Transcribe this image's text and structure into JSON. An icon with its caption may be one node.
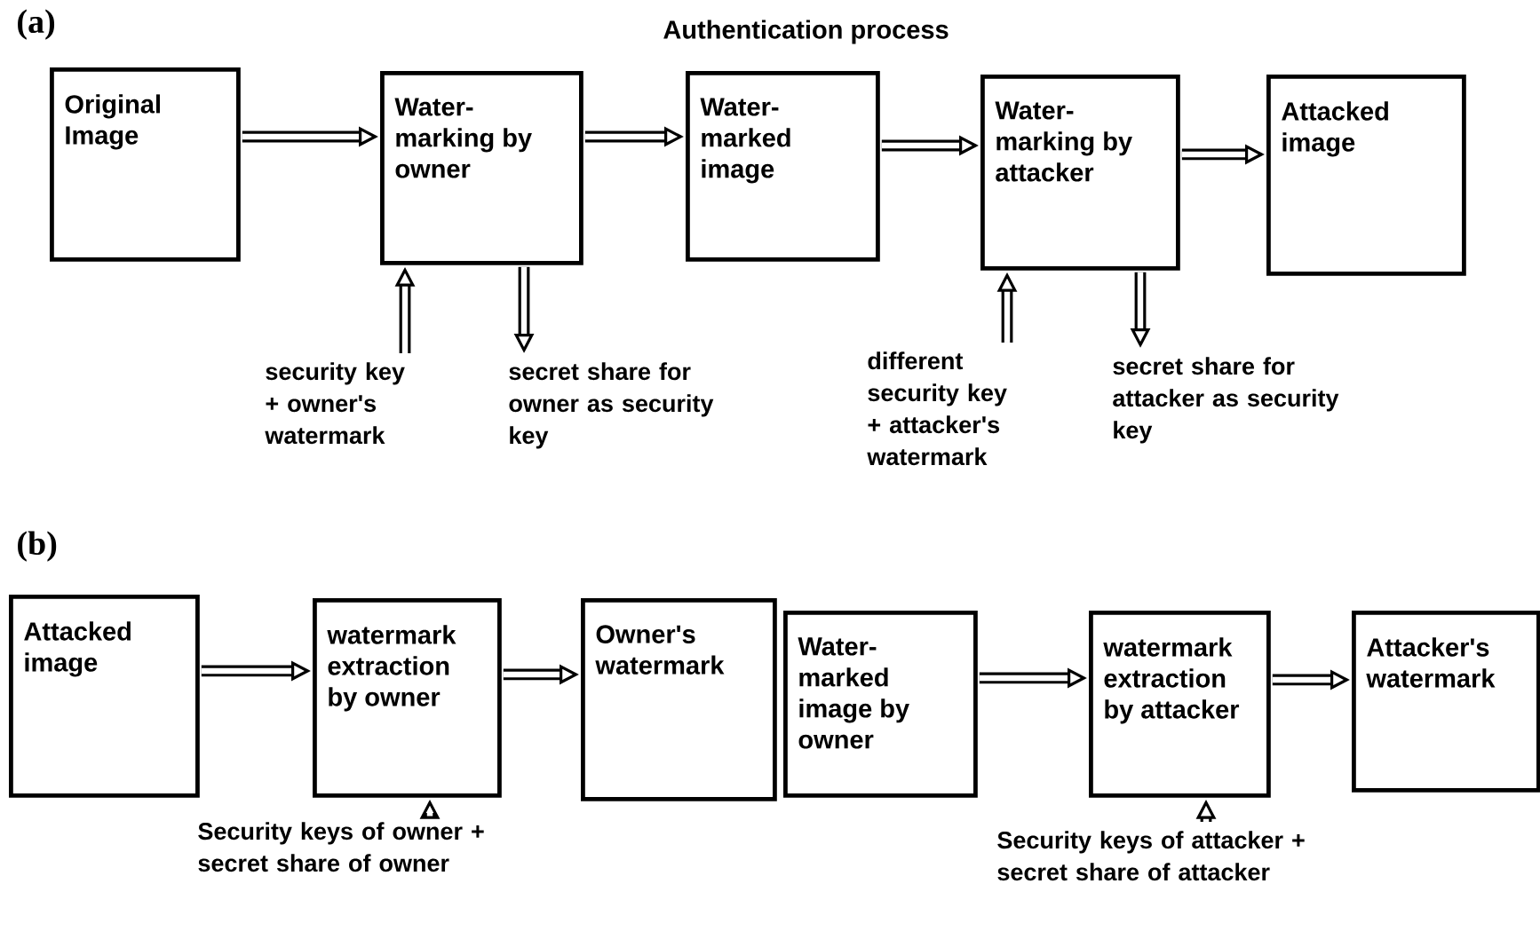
{
  "diagram": {
    "nodes": [
      {
        "text": [
          "Original Image"
        ]
      },
      {
        "text": [
          "Water-marking by owner"
        ]
      },
      {
        "text": [
          "Water-marked image"
        ]
      },
      {
        "text": [
          "Water-marking by attacker"
        ]
      },
      {
        "text": [
          "Attacked image"
        ]
      },
      {
        "text": [
          "security key + owner's watermark"
        ]
      },
      {
        "text": [
          "secret share for owner as security key"
        ]
      },
      {
        "text": [
          "different security key + attacker's watermark"
        ]
      },
      {
        "text": [
          "secret share for attacker as security key"
        ]
      },
      {
        "text": [
          "Attacked image"
        ]
      },
      {
        "text": [
          "watermark extraction by owner"
        ]
      },
      {
        "text": [
          "Owner's watermark"
        ]
      },
      {
        "text": [
          "Water-marked image by owner"
        ]
      },
      {
        "text": [
          "watermark extraction by attacker"
        ]
      },
      {
        "text": [
          "Attacker's watermark"
        ]
      },
      {
        "text": [
          "Security keys of owner + secret share of owner"
        ]
      },
      {
        "text": [
          "Security keys of attacker + secret share of attacker"
        ]
      }
    ],
    "edges": [
      {
        "from": 0,
        "to": 1,
        "arrow": "to"
      },
      {
        "from": 1,
        "to": 2,
        "arrow": "to"
      },
      {
        "from": 2,
        "to": 3,
        "arrow": "to"
      },
      {
        "from": 3,
        "to": 4,
        "arrow": "to"
      },
      {
        "from": 5,
        "to": 1,
        "arrow": "to"
      },
      {
        "from": 1,
        "to": 6,
        "arrow": "to"
      },
      {
        "from": 7,
        "to": 3,
        "arrow": "to"
      },
      {
        "from": 3,
        "to": 8,
        "arrow": "to"
      },
      {
        "from": 9,
        "to": 10,
        "arrow": "to"
      },
      {
        "from": 10,
        "to": 11,
        "arrow": "to"
      },
      {
        "from": 12,
        "to": 13,
        "arrow": "to"
      },
      {
        "from": 13,
        "to": 14,
        "arrow": "to"
      },
      {
        "from": 15,
        "to": 10,
        "arrow": "to"
      },
      {
        "from": 16,
        "to": 13,
        "arrow": "to"
      }
    ],
    "labels": [
      "(a)",
      "Authentication process",
      "(b)"
    ]
  }
}
